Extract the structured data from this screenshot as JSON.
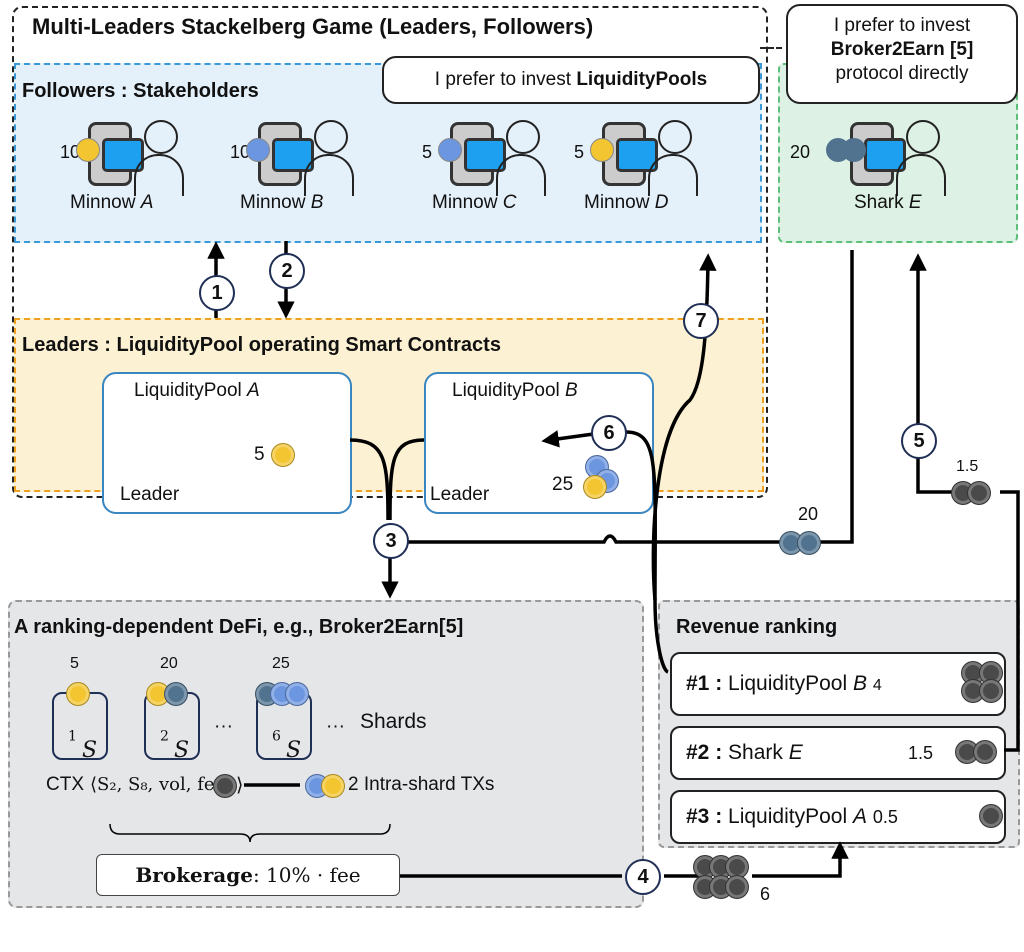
{
  "title": "Multi-Leaders Stackelberg Game (Leaders, Followers)",
  "followers": {
    "title": "Followers : Stakeholders",
    "members": [
      {
        "name": "Minnow",
        "id": "A",
        "amount": "10",
        "coin": "gold"
      },
      {
        "name": "Minnow",
        "id": "B",
        "amount": "10",
        "coin": "blue"
      },
      {
        "name": "Minnow",
        "id": "C",
        "amount": "5",
        "coin": "blue"
      },
      {
        "name": "Minnow",
        "id": "D",
        "amount": "5",
        "coin": "gold"
      }
    ],
    "bubble": {
      "prefix": "I prefer to invest ",
      "bold": "LiquidityPools"
    }
  },
  "shark": {
    "name": "Shark",
    "id": "E",
    "amount": "20",
    "coin": "slate",
    "bubble": {
      "line1": "I prefer to invest",
      "bold": "Broker2Earn [5]",
      "line3": "protocol directly"
    }
  },
  "leaders": {
    "title": "Leaders : LiquidityPool operating Smart Contracts",
    "pools": [
      {
        "name": "LiquidityPool",
        "id": "A",
        "role": "Leader",
        "amount": "5"
      },
      {
        "name": "LiquidityPool",
        "id": "B",
        "role": "Leader",
        "amount": "25"
      }
    ]
  },
  "steps": [
    "1",
    "2",
    "3",
    "4",
    "5",
    "6",
    "7"
  ],
  "flows": {
    "shark_stake": "20",
    "shark_reward": "1.5",
    "brokerage_total": "6"
  },
  "defi": {
    "title": "A ranking-dependent DeFi, e.g., Broker2Earn[5]",
    "shards": [
      {
        "label": "S",
        "sub": "1",
        "amount": "5"
      },
      {
        "label": "S",
        "sub": "2",
        "amount": "20"
      },
      {
        "label": "S",
        "sub": "6",
        "amount": "25"
      }
    ],
    "ellipsis": "···",
    "shards_label": "Shards",
    "ctx_prefix": "CTX",
    "ctx_tuple": "⟨S₂, S₈, vol, fee",
    "ctx_close": "⟩",
    "ctx_result": "2 Intra-shard TXs",
    "brokerage_bold": "Brokerage",
    "brokerage_rest": ": 10%  · fee"
  },
  "ranking": {
    "title": "Revenue ranking",
    "rows": [
      {
        "rank": "#1 :",
        "name": "LiquidityPool",
        "id": "B",
        "value": "4"
      },
      {
        "rank": "#2 :",
        "name": "Shark",
        "id": "E",
        "value": "1.5"
      },
      {
        "rank": "#3 :",
        "name": "LiquidityPool",
        "id": "A",
        "value": "0.5"
      }
    ]
  },
  "colors": {
    "followers_bg": "#e4f0fa",
    "followers_border": "#3a9ad9",
    "shark_bg": "#ddf2e4",
    "shark_border": "#5cbf7a",
    "leaders_bg": "#fdf1d3",
    "leaders_border": "#f0a020",
    "defi_bg": "#e5e6e8",
    "coin_gold": "#f2c531",
    "coin_blue": "#6c96e0",
    "coin_slate": "#51738f",
    "coin_dark": "#4a4a4a"
  }
}
